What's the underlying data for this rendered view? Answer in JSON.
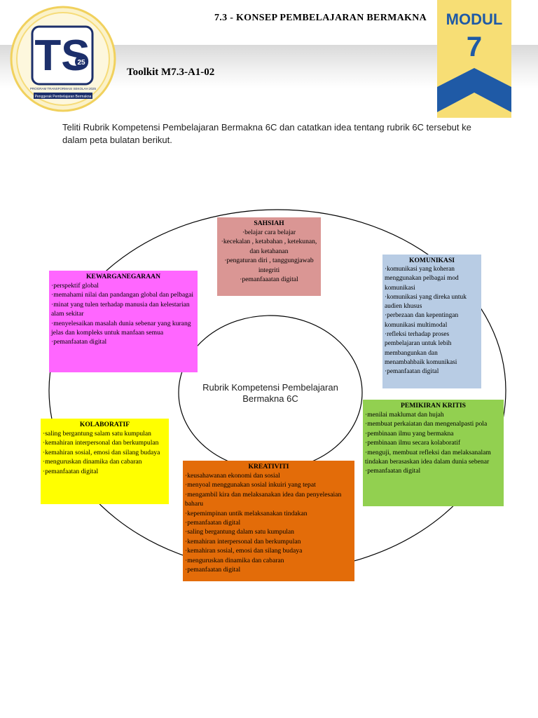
{
  "header": {
    "module_title": "7.3 - KONSEP PEMBELAJARAN BERMAKNA",
    "toolkit": "Toolkit M7.3-A1-02",
    "badge_word": "MODUL",
    "badge_number": "7",
    "logo": {
      "text_large": "TS",
      "text_25": "25",
      "caption_program": "PROGRAM TRANSFORMASI SEKOLAH 2025",
      "caption_ribbon": "Penggerak Pembelajaran Bermakna"
    }
  },
  "instruction": "Teliti Rubrik Kompetensi Pembelajaran Bermakna 6C dan catatkan idea tentang rubrik 6C tersebut ke dalam peta bulatan berikut.",
  "center_label": "Rubrik Kompetensi Pembelajaran Bermakna 6C",
  "boxes": {
    "sahsiah": {
      "title": "SAHSIAH",
      "items": [
        "belajar cara belajar",
        "kecekalan , ketabahan , ketekunan, dan ketahanan",
        "pengaturan diri , tanggungjawab integriti",
        "pemanfaaatan digital"
      ]
    },
    "kewarganegaraan": {
      "title": "KEWARGANEGARAAN",
      "items": [
        "perspektif global",
        "memahami nilai dan pandangan global dan pelbagai",
        "minat yang tulen terhadap manusia dan kelestarian alam sekitar",
        "menyelesaikan masalah dunia sebenar yang kurang jelas dan kompleks untuk manfaan semua",
        "pemanfaatan digital"
      ]
    },
    "komunikasi": {
      "title": "KOMUNIKASI",
      "items": [
        "komunikasi yang koheran menggunakan pelbagai mod komunikasi",
        "komunikasi yang direka untuk audien khusus",
        "perbezaan dan kepentingan komunikasi multimodal",
        "refleksi terhadap proses pembelajaran untuk lebih membangunkan dan menambahbaik komunikasi",
        "pemanfaatan digital"
      ]
    },
    "pemikiran_kritis": {
      "title": "PEMIKIRAN KRITIS",
      "items": [
        "menilai maklumat dan hujah",
        "membuat perkaiatan dan mengenalpasti pola",
        "pembinaan ilmu yang bermakna",
        "pembinaan ilmu secara kolaboratif",
        "menguji, membuat refleksi dan melaksanalam tindakan berasaskan idea dalam dunia sebenar",
        "pemanfaatan digital"
      ]
    },
    "kolaboratif": {
      "title": "KOLABORATIF",
      "items": [
        "saling bergantung salam satu kumpulan",
        "kemahiran interpersonal dan berkumpulan",
        "kemahiran sosial, emosi dan silang budaya",
        "menguruskan dinamika dan cabaran",
        "pemanfaatan digital"
      ]
    },
    "kreativiti": {
      "title": "KREATIVITI",
      "items": [
        "keusahawanan ekonomi dan sosial",
        "menyoal menggunakan sosial inkuiri yang tepat",
        "mengambil kira dan melaksanakan idea dan penyelesaian baharu",
        "kepemimpinan untik melaksanakan tindakan",
        "pemanfaatan digital",
        "saling bergantung dalam satu kumpulan",
        "kemahiran interpersonal dan berkumpulan",
        "kemahiran sosial, emosi dan silang budaya",
        "menguruskan dinamika dan cabaran",
        "pemanfaatan digital"
      ]
    }
  },
  "colors": {
    "sahsiah": "#da9694",
    "kewarganegaraan": "#ff66ff",
    "komunikasi": "#b8cce4",
    "pemikiran_kritis": "#92d050",
    "kolaboratif": "#ffff00",
    "kreativiti": "#e36c09",
    "badge_yellow": "#f7de75",
    "badge_blue": "#1f5aa6"
  }
}
